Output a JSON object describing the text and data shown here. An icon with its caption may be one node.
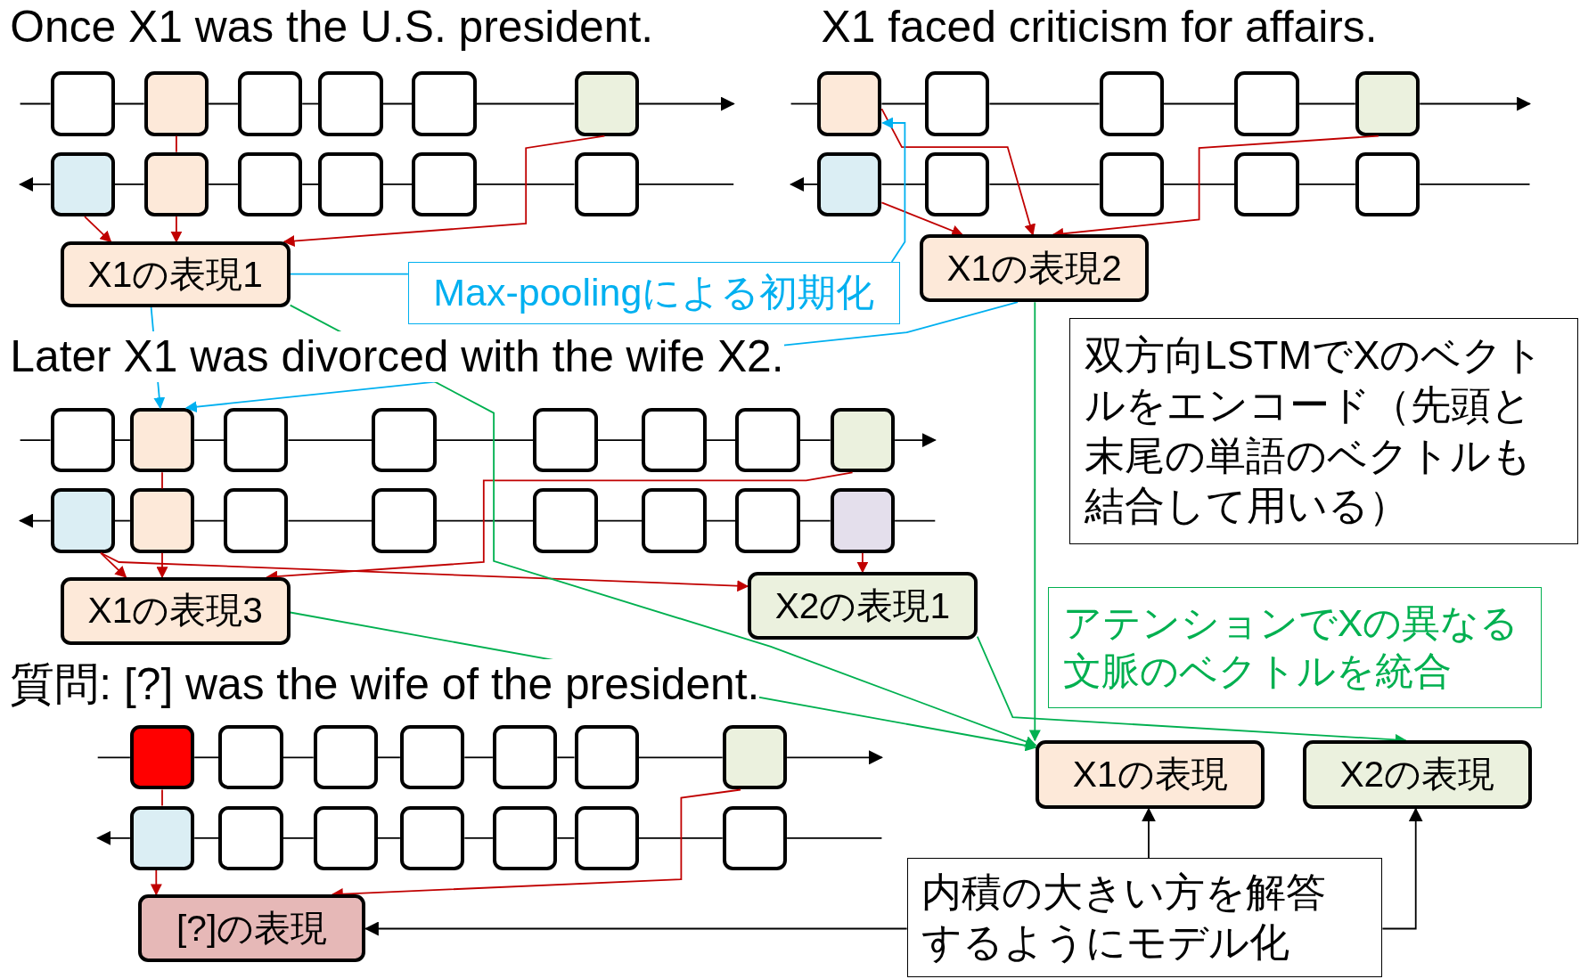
{
  "diagram": {
    "nodes": [
      {
        "text": [],
        "shape": "box"
      },
      {
        "text": [],
        "shape": "box"
      },
      {
        "text": [],
        "shape": "box"
      },
      {
        "text": [],
        "shape": "box"
      },
      {
        "text": [],
        "shape": "box"
      },
      {
        "text": [],
        "shape": "box"
      },
      {
        "text": [],
        "shape": "box"
      },
      {
        "text": [],
        "shape": "box"
      },
      {
        "text": [],
        "shape": "box"
      },
      {
        "text": [],
        "shape": "box"
      },
      {
        "text": [],
        "shape": "box"
      },
      {
        "text": [],
        "shape": "box"
      },
      {
        "text": [],
        "shape": "box"
      },
      {
        "text": [],
        "shape": "box"
      },
      {
        "text": [],
        "shape": "box"
      },
      {
        "text": [],
        "shape": "box"
      },
      {
        "text": [],
        "shape": "box"
      },
      {
        "text": [],
        "shape": "box"
      },
      {
        "text": [],
        "shape": "box"
      },
      {
        "text": [],
        "shape": "box"
      },
      {
        "text": [],
        "shape": "box"
      },
      {
        "text": [],
        "shape": "box"
      },
      {
        "text": [
          "X1の表現1"
        ]
      },
      {
        "text": [
          "Max-poolingによる初期化"
        ]
      },
      {
        "text": [
          "X1の表現2"
        ]
      },
      {
        "text": [
          "双方向LSTMでXのベクトルをエンコード（先頭と末尾の単語のベクトルも結合して用いる）"
        ]
      },
      {
        "text": [],
        "shape": "box"
      },
      {
        "text": [],
        "shape": "box"
      },
      {
        "text": [],
        "shape": "box"
      },
      {
        "text": [],
        "shape": "box"
      },
      {
        "text": [],
        "shape": "box"
      },
      {
        "text": [],
        "shape": "box"
      },
      {
        "text": [],
        "shape": "box"
      },
      {
        "text": [],
        "shape": "box"
      },
      {
        "text": [],
        "shape": "box"
      },
      {
        "text": [],
        "shape": "box"
      },
      {
        "text": [],
        "shape": "box"
      },
      {
        "text": [],
        "shape": "box"
      },
      {
        "text": [],
        "shape": "box"
      },
      {
        "text": [],
        "shape": "box"
      },
      {
        "text": [],
        "shape": "box"
      },
      {
        "text": [],
        "shape": "box"
      },
      {
        "text": [
          "X1の表現3"
        ]
      },
      {
        "text": [
          "X2の表現1"
        ]
      },
      {
        "text": [
          "アテンションでXの異なる文脈のベクトルを統合"
        ]
      },
      {
        "text": [],
        "shape": "box"
      },
      {
        "text": [],
        "shape": "box"
      },
      {
        "text": [],
        "shape": "box"
      },
      {
        "text": [],
        "shape": "box"
      },
      {
        "text": [],
        "shape": "box"
      },
      {
        "text": [],
        "shape": "box"
      },
      {
        "text": [],
        "shape": "box"
      },
      {
        "text": [],
        "shape": "box"
      },
      {
        "text": [],
        "shape": "box"
      },
      {
        "text": [],
        "shape": "box"
      },
      {
        "text": [],
        "shape": "box"
      },
      {
        "text": [],
        "shape": "box"
      },
      {
        "text": [],
        "shape": "box"
      },
      {
        "text": [],
        "shape": "box"
      },
      {
        "text": [
          "X1の表現"
        ]
      },
      {
        "text": [
          "X2の表現"
        ]
      },
      {
        "text": [
          "[?]の表現"
        ]
      },
      {
        "text": [
          "内積の大きい方を解答するようにモデル化"
        ]
      }
    ],
    "edges": [
      {
        "from": null,
        "to": 0,
        "arrow": "none"
      },
      {
        "from": 0,
        "to": 1,
        "arrow": "none"
      },
      {
        "from": 1,
        "to": 2,
        "arrow": "none"
      },
      {
        "from": 2,
        "to": 3,
        "arrow": "none"
      },
      {
        "from": 3,
        "to": 4,
        "arrow": "none"
      },
      {
        "from": 4,
        "to": 5,
        "arrow": "none"
      },
      {
        "from": 5,
        "to": null,
        "arrow": "to"
      },
      {
        "from": 6,
        "to": null,
        "arrow": "to"
      },
      {
        "from": 6,
        "to": 7,
        "arrow": "none"
      },
      {
        "from": 7,
        "to": 8,
        "arrow": "none"
      },
      {
        "from": 8,
        "to": 9,
        "arrow": "none"
      },
      {
        "from": 9,
        "to": 10,
        "arrow": "none"
      },
      {
        "from": 10,
        "to": 11,
        "arrow": "none"
      },
      {
        "from": 11,
        "to": null,
        "arrow": "none"
      },
      {
        "from": null,
        "to": 12,
        "arrow": "none"
      },
      {
        "from": 12,
        "to": 13,
        "arrow": "none"
      },
      {
        "from": 13,
        "to": 14,
        "arrow": "none"
      },
      {
        "from": 14,
        "to": 15,
        "arrow": "none"
      },
      {
        "from": 15,
        "to": 16,
        "arrow": "none"
      },
      {
        "from": 16,
        "to": null,
        "arrow": "to"
      },
      {
        "from": 17,
        "to": null,
        "arrow": "to"
      },
      {
        "from": 17,
        "to": 18,
        "arrow": "none"
      },
      {
        "from": 18,
        "to": 19,
        "arrow": "none"
      },
      {
        "from": 19,
        "to": 20,
        "arrow": "none"
      },
      {
        "from": 20,
        "to": 21,
        "arrow": "none"
      },
      {
        "from": 21,
        "to": null,
        "arrow": "none"
      },
      {
        "from": null,
        "to": 26,
        "arrow": "none"
      },
      {
        "from": 26,
        "to": 27,
        "arrow": "none"
      },
      {
        "from": 27,
        "to": 28,
        "arrow": "none"
      },
      {
        "from": 28,
        "to": 29,
        "arrow": "none"
      },
      {
        "from": 29,
        "to": 30,
        "arrow": "none"
      },
      {
        "from": 30,
        "to": 31,
        "arrow": "none"
      },
      {
        "from": 31,
        "to": 32,
        "arrow": "none"
      },
      {
        "from": 32,
        "to": 33,
        "arrow": "none"
      },
      {
        "from": 33,
        "to": null,
        "arrow": "to"
      },
      {
        "from": 34,
        "to": null,
        "arrow": "to"
      },
      {
        "from": 34,
        "to": 35,
        "arrow": "none"
      },
      {
        "from": 35,
        "to": 36,
        "arrow": "none"
      },
      {
        "from": 36,
        "to": 37,
        "arrow": "none"
      },
      {
        "from": 37,
        "to": 38,
        "arrow": "none"
      },
      {
        "from": 38,
        "to": 39,
        "arrow": "none"
      },
      {
        "from": 39,
        "to": 40,
        "arrow": "none"
      },
      {
        "from": 40,
        "to": 41,
        "arrow": "none"
      },
      {
        "from": 41,
        "to": null,
        "arrow": "none"
      },
      {
        "from": null,
        "to": 45,
        "arrow": "none"
      },
      {
        "from": 45,
        "to": 46,
        "arrow": "none"
      },
      {
        "from": 46,
        "to": 47,
        "arrow": "none"
      },
      {
        "from": 47,
        "to": 48,
        "arrow": "none"
      },
      {
        "from": 48,
        "to": 49,
        "arrow": "none"
      },
      {
        "from": 49,
        "to": 50,
        "arrow": "none"
      },
      {
        "from": 50,
        "to": 51,
        "arrow": "none"
      },
      {
        "from": 51,
        "to": null,
        "arrow": "to"
      },
      {
        "from": 52,
        "to": null,
        "arrow": "to"
      },
      {
        "from": 52,
        "to": 53,
        "arrow": "none"
      },
      {
        "from": 53,
        "to": 54,
        "arrow": "none"
      },
      {
        "from": 54,
        "to": 55,
        "arrow": "none"
      },
      {
        "from": 55,
        "to": 56,
        "arrow": "none"
      },
      {
        "from": 56,
        "to": 57,
        "arrow": "none"
      },
      {
        "from": 57,
        "to": 58,
        "arrow": "none"
      },
      {
        "from": 58,
        "to": null,
        "arrow": "none"
      },
      {
        "from": 1,
        "to": 7,
        "arrow": "none",
        "color": "#c00000"
      },
      {
        "from": 7,
        "to": 22,
        "arrow": "to",
        "color": "#c00000"
      },
      {
        "from": 6,
        "to": 22,
        "arrow": "to",
        "color": "#c00000"
      },
      {
        "from": 5,
        "to": 22,
        "arrow": "to",
        "color": "#c00000"
      },
      {
        "from": 12,
        "to": 24,
        "arrow": "to",
        "color": "#c00000"
      },
      {
        "from": 17,
        "to": 24,
        "arrow": "to",
        "color": "#c00000"
      },
      {
        "from": 16,
        "to": 24,
        "arrow": "to",
        "color": "#c00000"
      },
      {
        "from": 27,
        "to": 35,
        "arrow": "none",
        "color": "#c00000"
      },
      {
        "from": 35,
        "to": 42,
        "arrow": "to",
        "color": "#c00000"
      },
      {
        "from": 34,
        "to": 42,
        "arrow": "to",
        "color": "#c00000"
      },
      {
        "from": 33,
        "to": 42,
        "arrow": "to",
        "color": "#c00000"
      },
      {
        "from": 34,
        "to": 43,
        "arrow": "to",
        "color": "#c00000"
      },
      {
        "from": 41,
        "to": 43,
        "arrow": "to",
        "color": "#c00000"
      },
      {
        "from": 45,
        "to": 52,
        "arrow": "none",
        "color": "#c00000"
      },
      {
        "from": 52,
        "to": 61,
        "arrow": "to",
        "color": "#c00000"
      },
      {
        "from": 51,
        "to": 61,
        "arrow": "to",
        "color": "#c00000"
      },
      {
        "from": 22,
        "to": 23,
        "arrow": "none",
        "color": "#00b0f0"
      },
      {
        "from": 22,
        "to": 27,
        "arrow": "to",
        "color": "#00b0f0"
      },
      {
        "from": 24,
        "to": 27,
        "arrow": "to",
        "color": "#00b0f0"
      },
      {
        "from": 23,
        "to": 12,
        "arrow": "to",
        "color": "#00b0f0"
      },
      {
        "from": 22,
        "to": 59,
        "arrow": "to",
        "color": "#00b050"
      },
      {
        "from": 24,
        "to": 59,
        "arrow": "to",
        "color": "#00b050"
      },
      {
        "from": 42,
        "to": 59,
        "arrow": "to",
        "color": "#00b050"
      },
      {
        "from": 43,
        "to": 60,
        "arrow": "to",
        "color": "#00b050"
      },
      {
        "from": 62,
        "to": 61,
        "arrow": "to"
      },
      {
        "from": 62,
        "to": 59,
        "arrow": "to"
      },
      {
        "from": 62,
        "to": 60,
        "arrow": "to"
      }
    ],
    "labels": [
      "Once X1 was the U.S. president.",
      "X1 faced criticism for affairs.",
      "Later X1 was divorced with the wife X2.",
      "質問: [?] was the wife of the president."
    ]
  }
}
